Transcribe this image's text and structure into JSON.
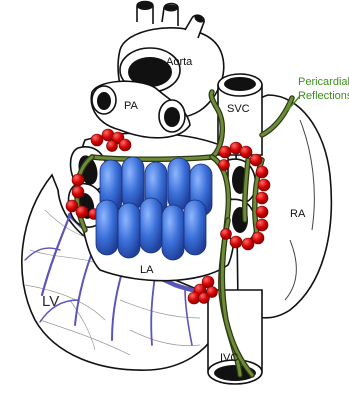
{
  "labels": {
    "aorta": "Aorta",
    "pa": "PA",
    "svc": "SVC",
    "pericardial_line1": "Pericardial",
    "pericardial_line2": "Reflections",
    "ra": "RA",
    "la": "LA",
    "lv": "LV",
    "ivc": "IVC"
  },
  "colors": {
    "outline": "#111111",
    "pericardial_green": "#556b2f",
    "label_green": "#3f8f1e",
    "ablation_red": "#d40000",
    "balloon_blue": "#3a6fd8",
    "coronary_purple": "#5a55b8"
  },
  "icons": {
    "ablation_lesion": "red-dot",
    "balloon": "blue-capsule"
  }
}
